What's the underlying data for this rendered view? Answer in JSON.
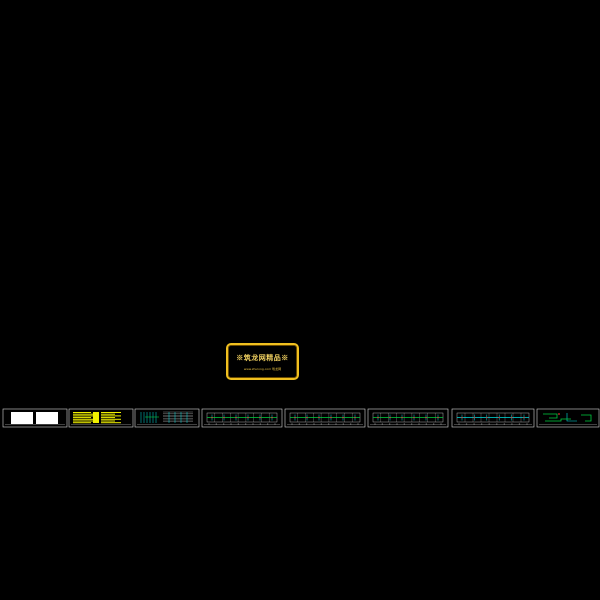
{
  "watermark": {
    "main_text": "※筑龙网精品※",
    "url_text": "www.zhulong.com  筑龙网"
  },
  "sheets": [
    {
      "kind": "cover"
    },
    {
      "kind": "notes"
    },
    {
      "kind": "system"
    },
    {
      "kind": "plan"
    },
    {
      "kind": "plan"
    },
    {
      "kind": "plan"
    },
    {
      "kind": "roof-plan"
    },
    {
      "kind": "details"
    }
  ],
  "colors": {
    "background": "#000000",
    "frame": "#d8d8d8",
    "cyan": "#00e0e0",
    "green": "#00d040",
    "yellow": "#f0f000",
    "red": "#e03030",
    "white": "#ffffff",
    "watermark": "#f0c020"
  }
}
